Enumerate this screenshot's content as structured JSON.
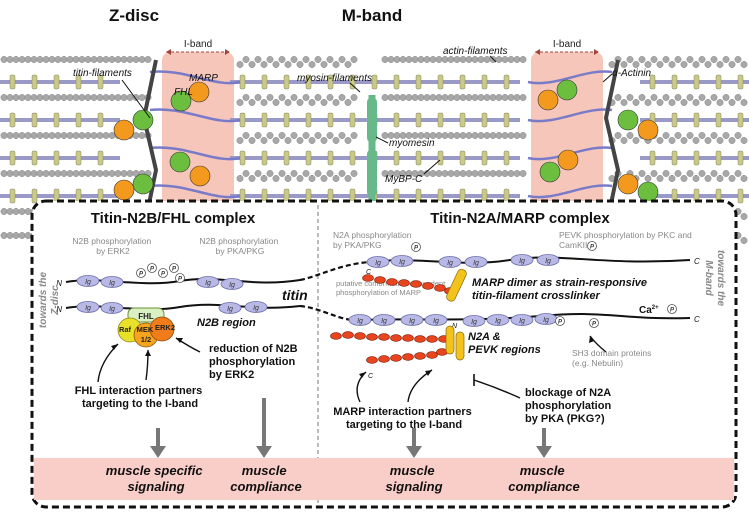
{
  "header": {
    "zdisc": "Z-disc",
    "mband": "M-band"
  },
  "sarcomere": {
    "iband_left": "I-band",
    "iband_right": "I-band",
    "titin_filaments": "titin-filaments",
    "marp": "MARP",
    "fhl": "FHL",
    "myosin_filaments": "myosin-filaments",
    "actin_filaments": "actin-filaments",
    "alpha_actinin": "α-Actinin",
    "myomesin": "myomesin",
    "mybpc": "MyBP-C"
  },
  "panel_left": {
    "title": "Titin-N2B/FHL complex",
    "n2b_erk2": [
      "N2B phosphorylation",
      "by ERK2"
    ],
    "n2b_pka": [
      "N2B phosphorylation",
      "by PKA/PKG"
    ],
    "towards_z": [
      "towards the",
      "Z-disc"
    ],
    "titin": "titin",
    "n2b_region": "N2B region",
    "fhl": "FHL",
    "raf": "Raf",
    "mek": "MEK",
    "mek_num": "1/2",
    "erk2": "ERK2",
    "reduction": [
      "reduction of N2B",
      "phosphorylation",
      "by ERK2"
    ],
    "fhl_partners": [
      "FHL interaction partners",
      "targeting to the I-band"
    ]
  },
  "panel_right": {
    "title": "Titin-N2A/MARP complex",
    "n2a_pka": [
      "N2A phosphorylation",
      "by PKA/PKG"
    ],
    "pevk_pkc": [
      "PEVK phosphorylation by PKC and",
      "CamKII"
    ],
    "putative": [
      "putative conformation dependent",
      "phosphorylation of MARP"
    ],
    "marp_dimer": [
      "MARP dimer as strain-responsive",
      "titin-filament crosslinker"
    ],
    "towards_m": [
      "towards the",
      "M-band"
    ],
    "ca": "Ca",
    "ca_sup": "2+",
    "n2a_pevk": [
      "N2A &",
      "PEVK regions"
    ],
    "sh3": [
      "SH3 domain proteins",
      "(e.g. Nebulin)"
    ],
    "marp_partners": [
      "MARP interaction partners",
      "targeting to the I-band"
    ],
    "blockage": [
      "blockage of N2A",
      "phosphorylation",
      "by PKA (PKG?)"
    ]
  },
  "outcomes": {
    "muscle_specific_signaling": [
      "muscle specific",
      "signaling"
    ],
    "muscle_compliance_left": [
      "muscle",
      "compliance"
    ],
    "muscle_signaling": [
      "muscle",
      "signaling"
    ],
    "muscle_compliance_right": [
      "muscle",
      "compliance"
    ]
  },
  "glyphs": {
    "ig": "Ig",
    "n": "N",
    "c": "C",
    "p": "P"
  },
  "colors": {
    "iband_fill": "#f6c6bb",
    "outcome_fill": "#f9cdc8",
    "ig_domain": "#b8b9e6",
    "titin_line": "#7a7bc8",
    "myosin_head": "#c9c98a",
    "marp_orange": "#f39a1e",
    "fhl_green": "#6cbf3e",
    "myomesin_green": "#67b98a",
    "marp_red": "#e8451e",
    "marp_yellow": "#f2c31b"
  }
}
